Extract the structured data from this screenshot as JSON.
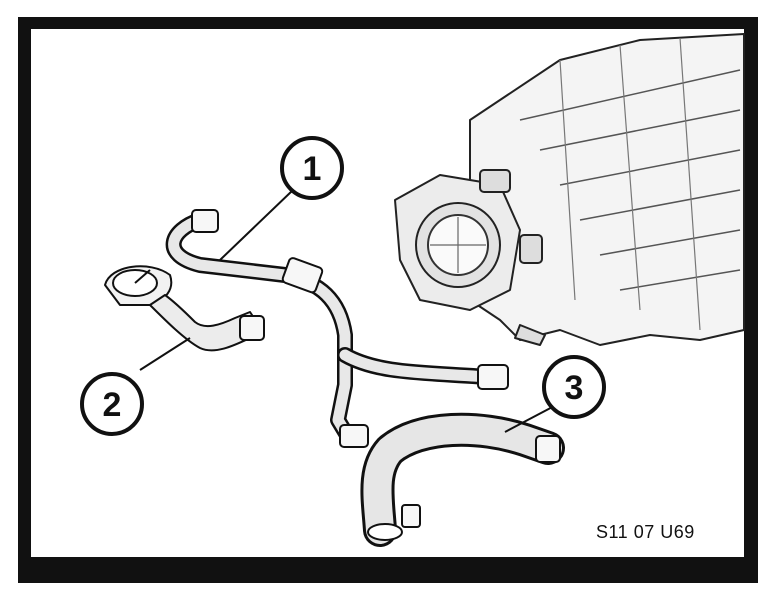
{
  "figure": {
    "drawing_code": "S11 07 U69",
    "callouts": [
      {
        "label": "1",
        "part": "hose-1"
      },
      {
        "label": "2",
        "part": "hose-2"
      },
      {
        "label": "3",
        "part": "hose-3"
      }
    ],
    "colors": {
      "line": "#111111",
      "paper": "#ffffff",
      "shade": "#d8d8d8"
    }
  }
}
